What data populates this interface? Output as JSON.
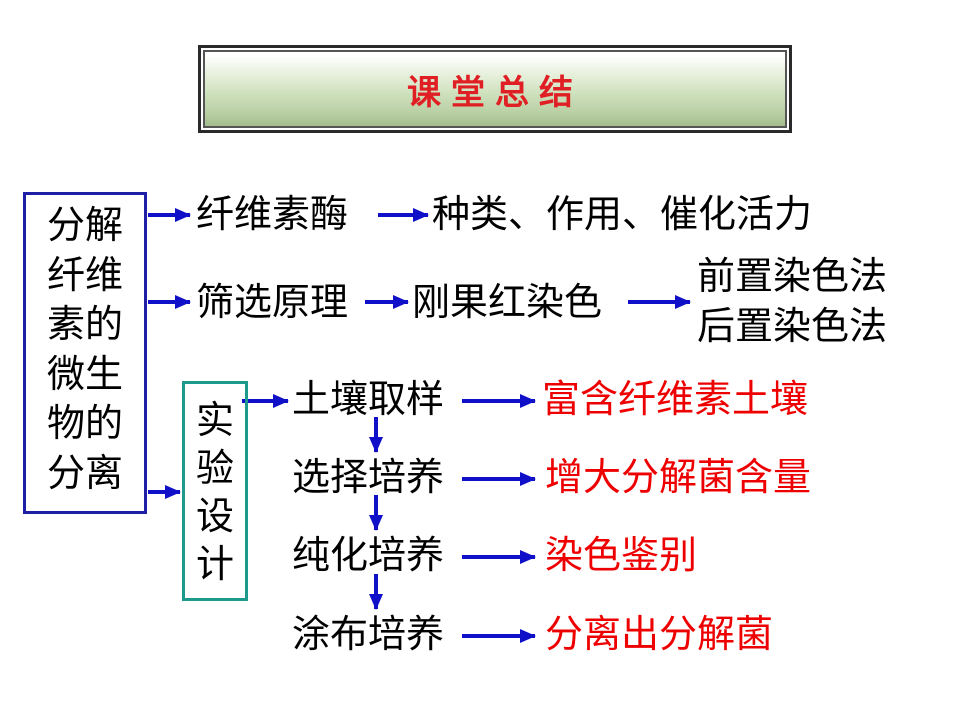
{
  "title": "课堂总结",
  "main_topic": [
    "分解",
    "纤维",
    "素的",
    "微生",
    "物的",
    "分离"
  ],
  "branch_enzyme": {
    "label": "纤维素酶",
    "detail": "种类、作用、催化活力"
  },
  "branch_screening": {
    "label": "筛选原理",
    "method": "刚果红染色",
    "variants": [
      "前置染色法",
      "后置染色法"
    ]
  },
  "branch_experiment": {
    "label": [
      "实",
      "验",
      "设",
      "计"
    ],
    "steps": [
      {
        "step": "土壤取样",
        "purpose": "富含纤维素土壤"
      },
      {
        "step": "选择培养",
        "purpose": "增大分解菌含量"
      },
      {
        "step": "纯化培养",
        "purpose": "染色鉴别"
      },
      {
        "step": "涂布培养",
        "purpose": "分离出分解菌"
      }
    ]
  },
  "colors": {
    "title_text": "#e01f24",
    "main_box_border": "#1f1fa6",
    "experiment_box_border": "#1c9b8c",
    "arrow": "#1010c8",
    "purpose_text": "#ee0000"
  }
}
